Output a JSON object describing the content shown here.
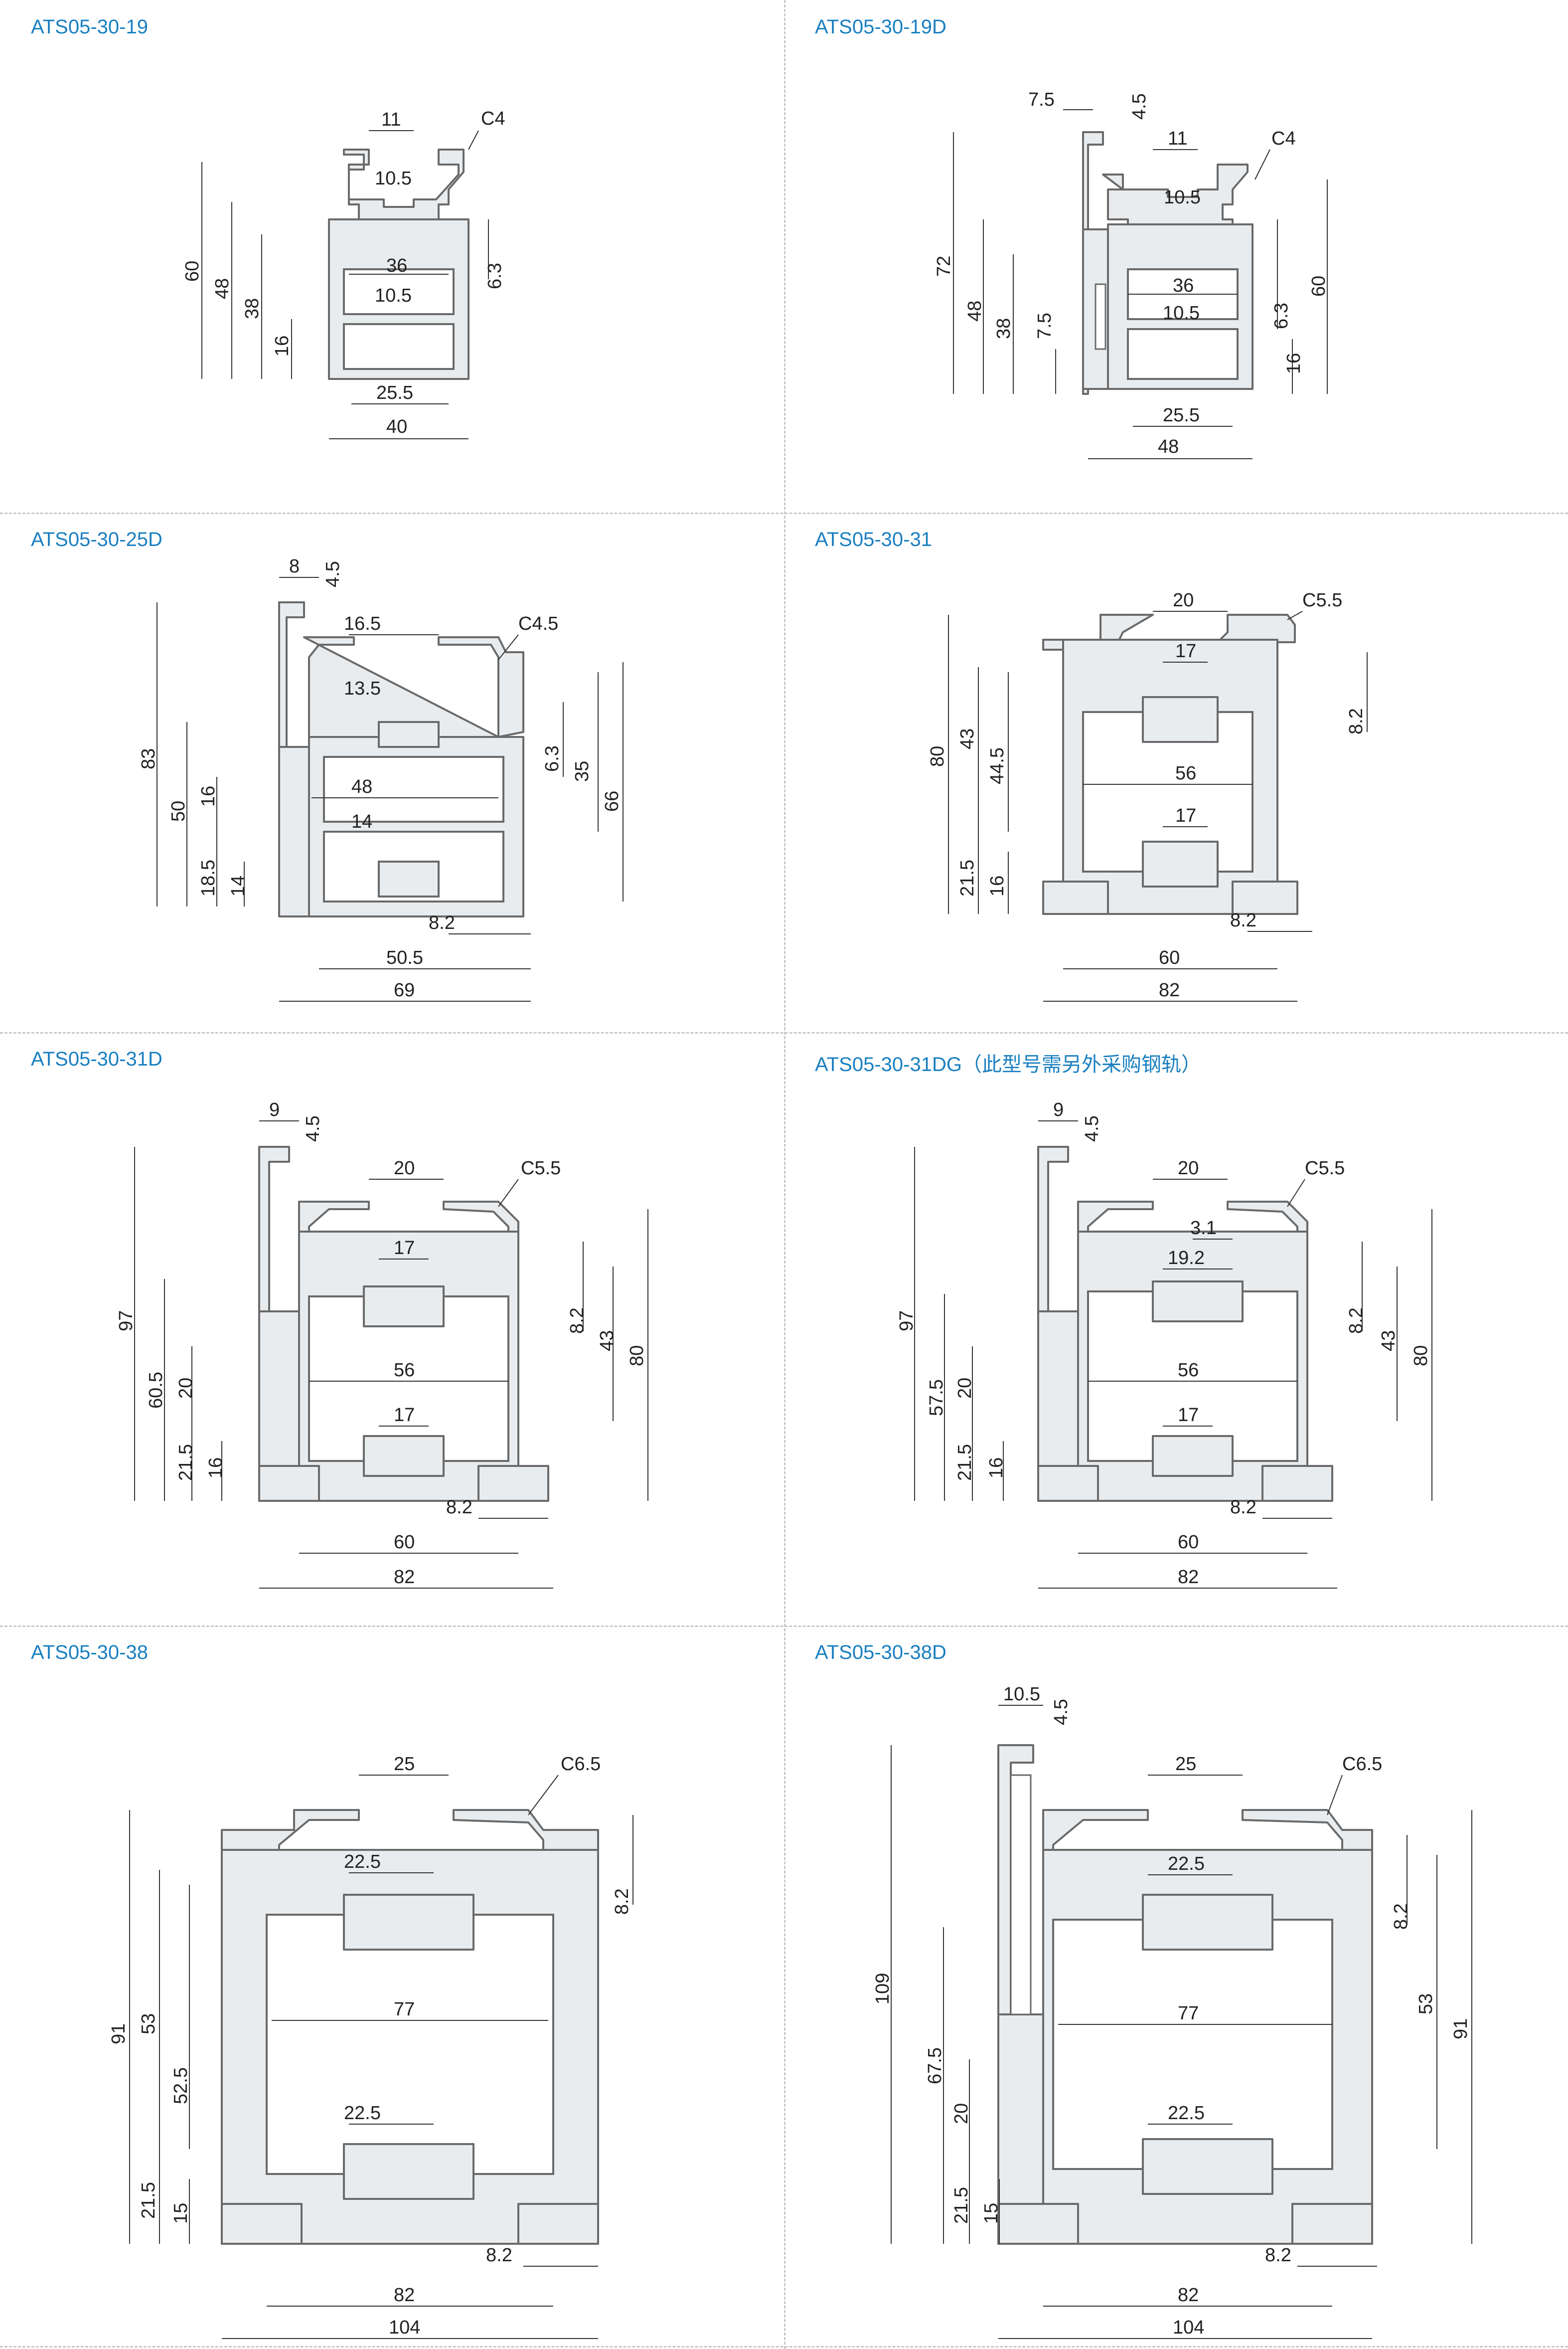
{
  "profiles": [
    {
      "title": "ATS05-30-19",
      "dims": {
        "t11": "11",
        "c": "C4",
        "s1": "10.5",
        "s2": "36",
        "s3": "10.5",
        "s4": "6.3",
        "h60": "60",
        "h48": "48",
        "h38": "38",
        "h16": "16",
        "w25": "25.5",
        "w40": "40"
      }
    },
    {
      "title": "ATS05-30-19D",
      "dims": {
        "a": "7.5",
        "b": "4.5",
        "t11": "11",
        "c": "C4",
        "s1": "10.5",
        "s2": "36",
        "s3": "10.5",
        "s4": "6.3",
        "h72": "72",
        "h48": "48",
        "h38": "38",
        "h75": "7.5",
        "h16": "16",
        "h60": "60",
        "w25": "25.5",
        "w48": "48"
      }
    },
    {
      "title": "ATS05-30-25D",
      "dims": {
        "a": "8",
        "b": "4.5",
        "t": "16.5",
        "c": "C4.5",
        "s1": "13.5",
        "s2": "48",
        "s3": "14",
        "s4": "6.3",
        "r35": "35",
        "r66": "66",
        "h83": "83",
        "h50": "50",
        "h16": "16",
        "h185": "18.5",
        "h14": "14",
        "w82": "8.2",
        "w505": "50.5",
        "w69": "69"
      }
    },
    {
      "title": "ATS05-30-31",
      "dims": {
        "t": "20",
        "c": "C5.5",
        "s1": "17",
        "s2": "56",
        "s3": "17",
        "r82": "8.2",
        "h80": "80",
        "h43": "43",
        "h445": "44.5",
        "h215": "21.5",
        "h16": "16",
        "w82": "8.2",
        "w60": "60",
        "wb": "82"
      }
    },
    {
      "title": "ATS05-30-31D",
      "dims": {
        "a": "9",
        "b": "4.5",
        "t": "20",
        "c": "C5.5",
        "s1": "17",
        "s2": "56",
        "s3": "17",
        "r82": "8.2",
        "r43": "43",
        "r80": "80",
        "h97": "97",
        "h605": "60.5",
        "h20": "20",
        "h215": "21.5",
        "h16": "16",
        "w82": "8.2",
        "w60": "60",
        "wb": "82"
      }
    },
    {
      "title": "ATS05-30-31DG（此型号需另外采购钢轨）",
      "dims": {
        "a": "9",
        "b": "4.5",
        "t": "20",
        "c": "C5.5",
        "s31": "3.1",
        "s192": "19.2",
        "s2": "56",
        "s3": "17",
        "r82": "8.2",
        "r43": "43",
        "r80": "80",
        "h97": "97",
        "h575": "57.5",
        "h20": "20",
        "h215": "21.5",
        "h16": "16",
        "w82": "8.2",
        "w60": "60",
        "wb": "82"
      }
    },
    {
      "title": "ATS05-30-38",
      "dims": {
        "t": "25",
        "c": "C6.5",
        "s1": "22.5",
        "s2": "77",
        "s3": "22.5",
        "r82": "8.2",
        "h91": "91",
        "h53": "53",
        "h525": "52.5",
        "h215": "21.5",
        "h15": "15",
        "w82": "8.2",
        "wm": "82",
        "wb": "104"
      }
    },
    {
      "title": "ATS05-30-38D",
      "dims": {
        "a": "10.5",
        "b": "4.5",
        "t": "25",
        "c": "C6.5",
        "s1": "22.5",
        "s2": "77",
        "s3": "22.5",
        "r82": "8.2",
        "r53": "53",
        "r91": "91",
        "h109": "109",
        "h675": "67.5",
        "h20": "20",
        "h215": "21.5",
        "h15": "15",
        "w82": "8.2",
        "wm": "82",
        "wb": "104"
      }
    }
  ]
}
